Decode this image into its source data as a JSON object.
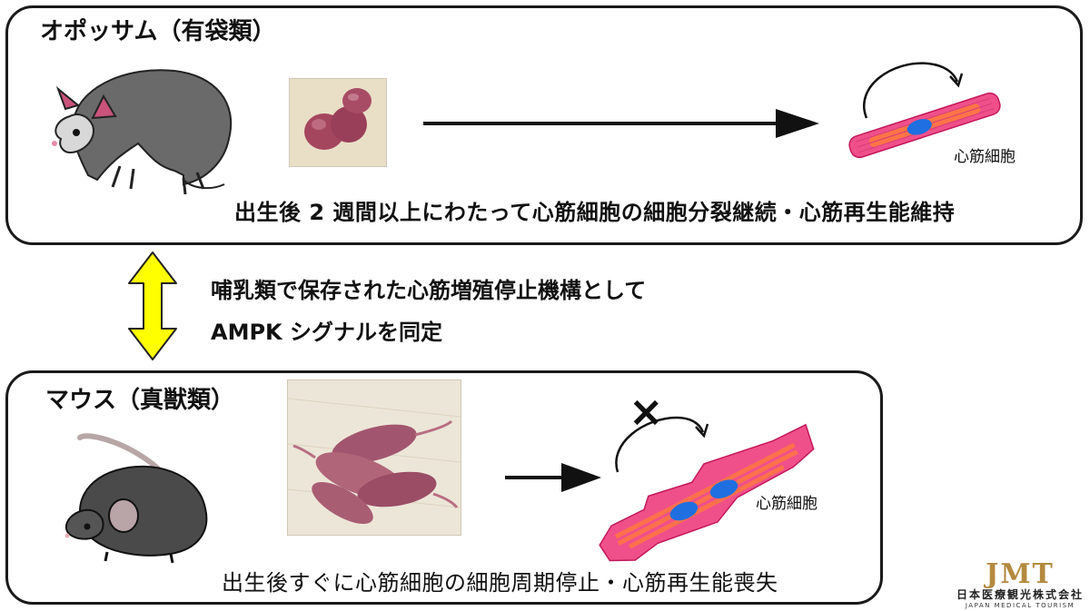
{
  "top_panel": {
    "title": "オポッサム（有袋類）",
    "caption": "出生後 2 週間以上にわたって心筋細胞の細胞分裂継続・心筋再生能維持",
    "cell_label": "心筋細胞",
    "animal_icon": "opossum-illustration",
    "photo_icon": "opossum-neonate-photo"
  },
  "middle": {
    "line1": "哺乳類で保存された心筋増殖停止機構として",
    "line2": "AMPK シグナルを同定",
    "arrow_color": "#ffff00"
  },
  "bottom_panel": {
    "title": "マウス（真獣類）",
    "caption": "出生後すぐに心筋細胞の細胞周期停止・心筋再生能喪失",
    "cell_label": "心筋細胞",
    "animal_icon": "mouse-illustration",
    "photo_icon": "mouse-neonate-photo",
    "blocked_mark": "×"
  },
  "logo": {
    "mark": "JMT",
    "jp": "日本医療観光株式会社",
    "en": "JAPAN MEDICAL TOURISM",
    "color": "#b38a3e"
  },
  "colors": {
    "cell_body": "#f0508a",
    "cell_inner": "#ff7a3c",
    "nucleus": "#1f6fe0"
  }
}
